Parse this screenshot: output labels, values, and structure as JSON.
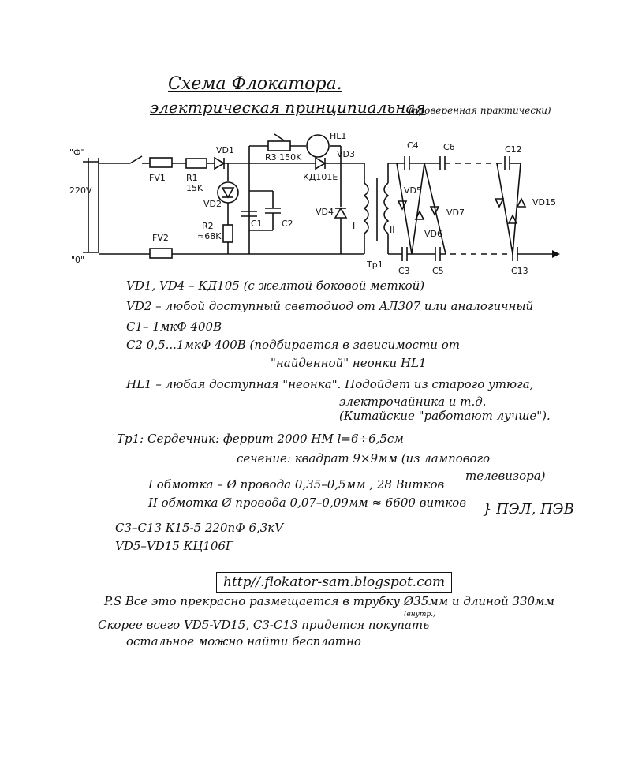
{
  "header": {
    "title": "Схема Флокатора.",
    "subtitle": "электрическая принципиальная",
    "subtitle_note": "(проверенная практически)"
  },
  "schematic": {
    "labels": {
      "phase": "\"Ф\"",
      "zero": "\"0\"",
      "voltage": "220V",
      "fv1": "FV1",
      "fv2": "FV2",
      "r1": "R1",
      "r1_value": "15K",
      "r2": "R2",
      "r2_value": "≈68K",
      "vd1": "VD1",
      "vd2": "VD2",
      "vd3": "VD3",
      "vd4": "VD4",
      "vd5": "VD5",
      "vd6": "VD6",
      "vd7": "VD7",
      "vd15": "VD15",
      "r3": "R3 150K",
      "hl1": "HL1",
      "kd": "КД101Е",
      "c1": "C1",
      "c2": "C2",
      "c3": "C3",
      "c4": "C4",
      "c5": "C5",
      "c6": "C6",
      "c12": "C12",
      "c13": "C13",
      "tr1": "Тр1",
      "winding1": "I",
      "winding2": "II"
    }
  },
  "notes": {
    "vd1_vd4": "VD1, VD4 – КД105 (с желтой боковой меткой)",
    "vd2": "VD2 – любой доступный светодиод от АЛ307 или аналогичный",
    "c1": "C1–      1мкФ 400В",
    "c2": "C2    0,5...1мкФ 400В  (подбирается в зависимости от",
    "c2_cont": "\"найденной\" неонки HL1",
    "hl1": "HL1 – любая доступная \"неонка\". Подойдет из старого утюга,",
    "hl1_cont": "электрочайника  и т.д.",
    "hl1_cont2": "(Китайские \"работают лучше\").",
    "tr1": "Тр1: Сердечник: феррит 2000 НМ      l=6÷6,5см",
    "tr1_section": "сечение: квадрат 9×9мм  (из лампового",
    "tr1_section2": "телевизора)",
    "winding1": "I обмотка –  Ø провода 0,35–0,5мм , 28 Витков",
    "winding2": "II обмотка      Ø провода 0,07–0,09мм ≈ 6600 витков",
    "wire_type": "} ПЭЛ, ПЭВ",
    "c3_c13": "C3–C13      К15-5    220пФ    6,3кV",
    "vd5_vd15": "VD5–VD15    КЦ106Г",
    "url": "http//.flokator-sam.blogspot.com",
    "ps": "P.S  Все это прекрасно размещается в трубку Ø35мм и длиной 330мм",
    "ps_sub": "(внутр.)",
    "ps2": "Скорее всего VD5-VD15, C3-C13 придется покупать",
    "ps3": "остальное можно найти бесплатно"
  }
}
